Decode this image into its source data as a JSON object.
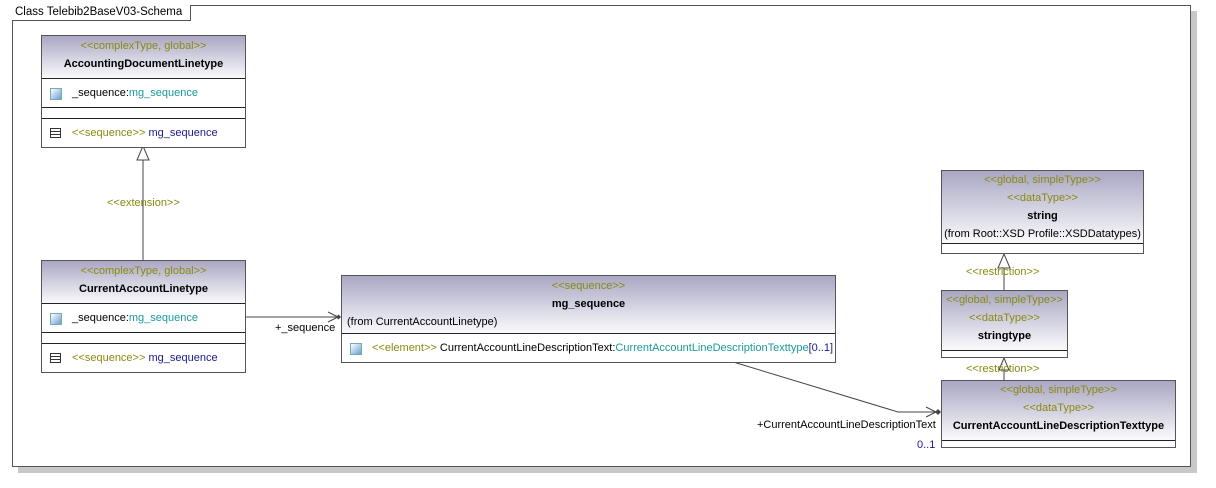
{
  "frame": {
    "title": "Class Telebib2BaseV03-Schema"
  },
  "classes": {
    "accounting": {
      "stereotype": "<<complexType, global>>",
      "name": "AccountingDocumentLinetype",
      "attr_name": "_sequence:",
      "attr_type": "mg_sequence",
      "op_stereo": "<<sequence>>",
      "op_name": "mg_sequence"
    },
    "current": {
      "stereotype": "<<complexType, global>>",
      "name": "CurrentAccountLinetype",
      "attr_name": "_sequence:",
      "attr_type": "mg_sequence",
      "op_stereo": "<<sequence>>",
      "op_name": "mg_sequence"
    },
    "mg_sequence": {
      "stereotype": "<<sequence>>",
      "name": "mg_sequence",
      "from": "(from CurrentAccountLinetype)",
      "attr_stereo": "<<element>>",
      "attr_name": "CurrentAccountLineDescriptionText:",
      "attr_type": "CurrentAccountLineDescriptionTexttype",
      "attr_mult": "[0..1]"
    },
    "string": {
      "stereotype": "<<global, simpleType>>",
      "stereotype2": "<<dataType>>",
      "name": "string",
      "from": "(from Root::XSD Profile::XSDDatatypes)"
    },
    "stringtype": {
      "stereotype": "<<global, simpleType>>",
      "stereotype2": "<<dataType>>",
      "name": "stringtype"
    },
    "caldt": {
      "stereotype": "<<global, simpleType>>",
      "stereotype2": "<<dataType>>",
      "name": "CurrentAccountLineDescriptionTexttype"
    }
  },
  "relations": {
    "extension": "<<extension>>",
    "restriction1": "<<restriction>>",
    "restriction2": "<<restriction>>",
    "seq_role": "+_sequence",
    "desc_role": "+CurrentAccountLineDescriptionText",
    "desc_mult": "0..1"
  }
}
